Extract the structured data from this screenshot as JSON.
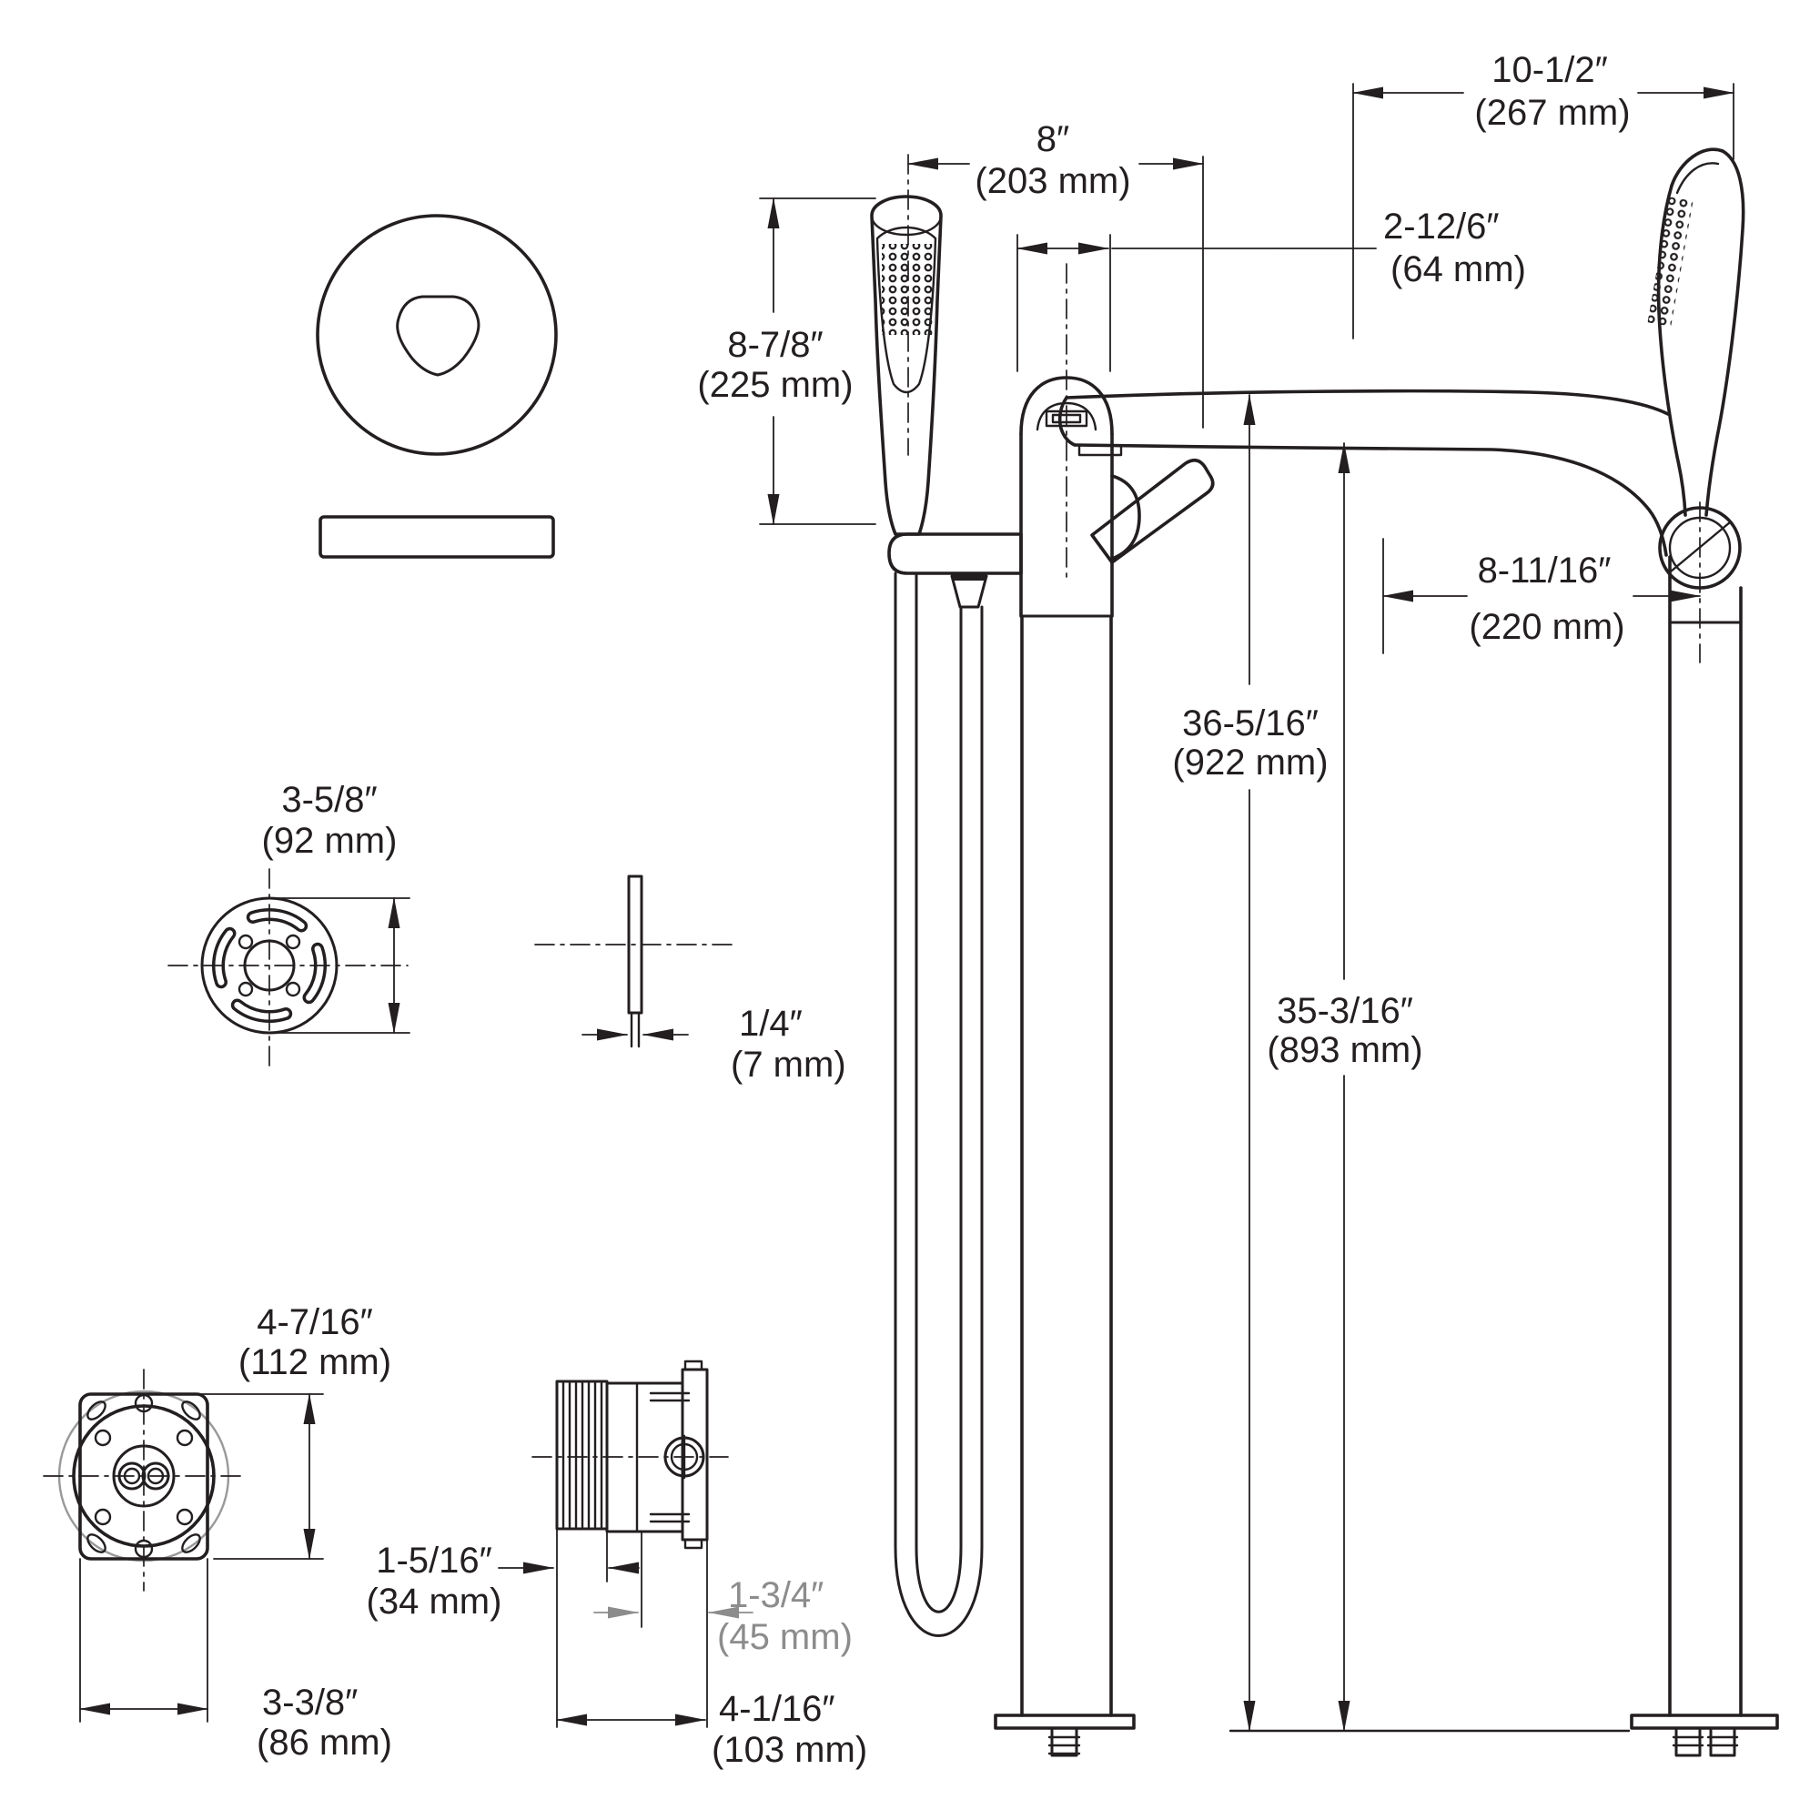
{
  "drawing": {
    "kind": "technical-dimension-drawing",
    "subject": "freestanding tub filler faucet with hand shower, rough-in valve and trim",
    "background_color": "#ffffff",
    "line_color": "#231f20",
    "secondary_dimension_color": "#8c8c8c",
    "units": [
      "inches",
      "mm"
    ]
  },
  "views": {
    "escutcheon_face": "round escutcheon plate with shaped center cutout",
    "escutcheon_side": "escutcheon plate side profile",
    "flange_face": "mounting flange with four arc slots, four screw holes and center bore",
    "flange_side": "thin mounting plate side profile",
    "valve_front": "rough-in valve front view with square plate, twin ports and corner slots",
    "valve_side": "rough-in valve side view with threaded body and mounting flange",
    "filler_front": "freestanding tub filler front view with hand shower, holder, hose loop and floor base",
    "filler_side": "freestanding tub filler side view with spout, hand shower and floor base"
  },
  "dims": {
    "d8": {
      "in": "8″",
      "mm": "(203 mm)"
    },
    "d2126": {
      "in": "2-12/6″",
      "mm": "(64 mm)"
    },
    "d878": {
      "in": "8-7/8″",
      "mm": "(225 mm)"
    },
    "d1012": {
      "in": "10-1/2″",
      "mm": "(267 mm)"
    },
    "d81116": {
      "in": "8-11/16″",
      "mm": "(220 mm)"
    },
    "d36516": {
      "in": "36-5/16″",
      "mm": "(922 mm)"
    },
    "d35316": {
      "in": "35-3/16″",
      "mm": "(893 mm)"
    },
    "d358": {
      "in": "3-5/8″",
      "mm": "(92 mm)"
    },
    "d14": {
      "in": "1/4″",
      "mm": "(7 mm)"
    },
    "d4716": {
      "in": "4-7/16″",
      "mm": "(112 mm)"
    },
    "d338": {
      "in": "3-3/8″",
      "mm": "(86 mm)"
    },
    "d1516": {
      "in": "1-5/16″",
      "mm": "(34 mm)"
    },
    "d134": {
      "in": "1-3/4″",
      "mm": "(45 mm)"
    },
    "d4116": {
      "in": "4-1/16″",
      "mm": "(103 mm)"
    }
  }
}
